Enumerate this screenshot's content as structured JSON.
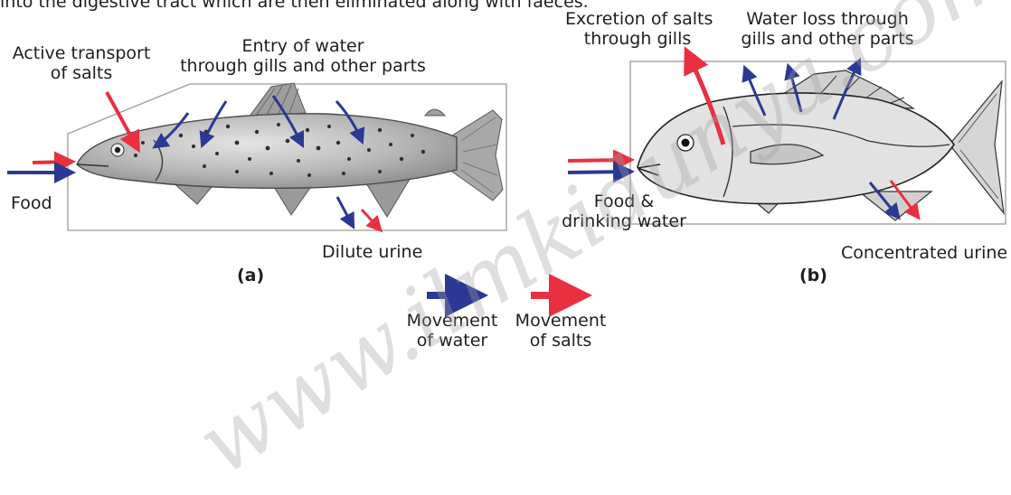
{
  "header_text": "into the digestive tract which are then eliminated along with faeces.",
  "panel_a": {
    "label": "(a)",
    "active_transport": [
      "Active transport",
      "of salts"
    ],
    "entry_water": [
      "Entry of water",
      "through gills and other parts"
    ],
    "food": "Food",
    "urine": "Dilute urine"
  },
  "panel_b": {
    "label": "(b)",
    "excretion": [
      "Excretion of salts",
      "through gills"
    ],
    "water_loss": [
      "Water loss through",
      "gills and other parts"
    ],
    "food_water": [
      "Food &",
      "drinking water"
    ],
    "urine": "Concentrated urine"
  },
  "legend": {
    "water": [
      "Movement",
      "of water"
    ],
    "salts": [
      "Movement",
      "of salts"
    ]
  },
  "watermark": "www.ilmkidunya.com",
  "colors": {
    "water": "#2b3894",
    "salt": "#e83040",
    "outline": "#8a8a8a"
  }
}
